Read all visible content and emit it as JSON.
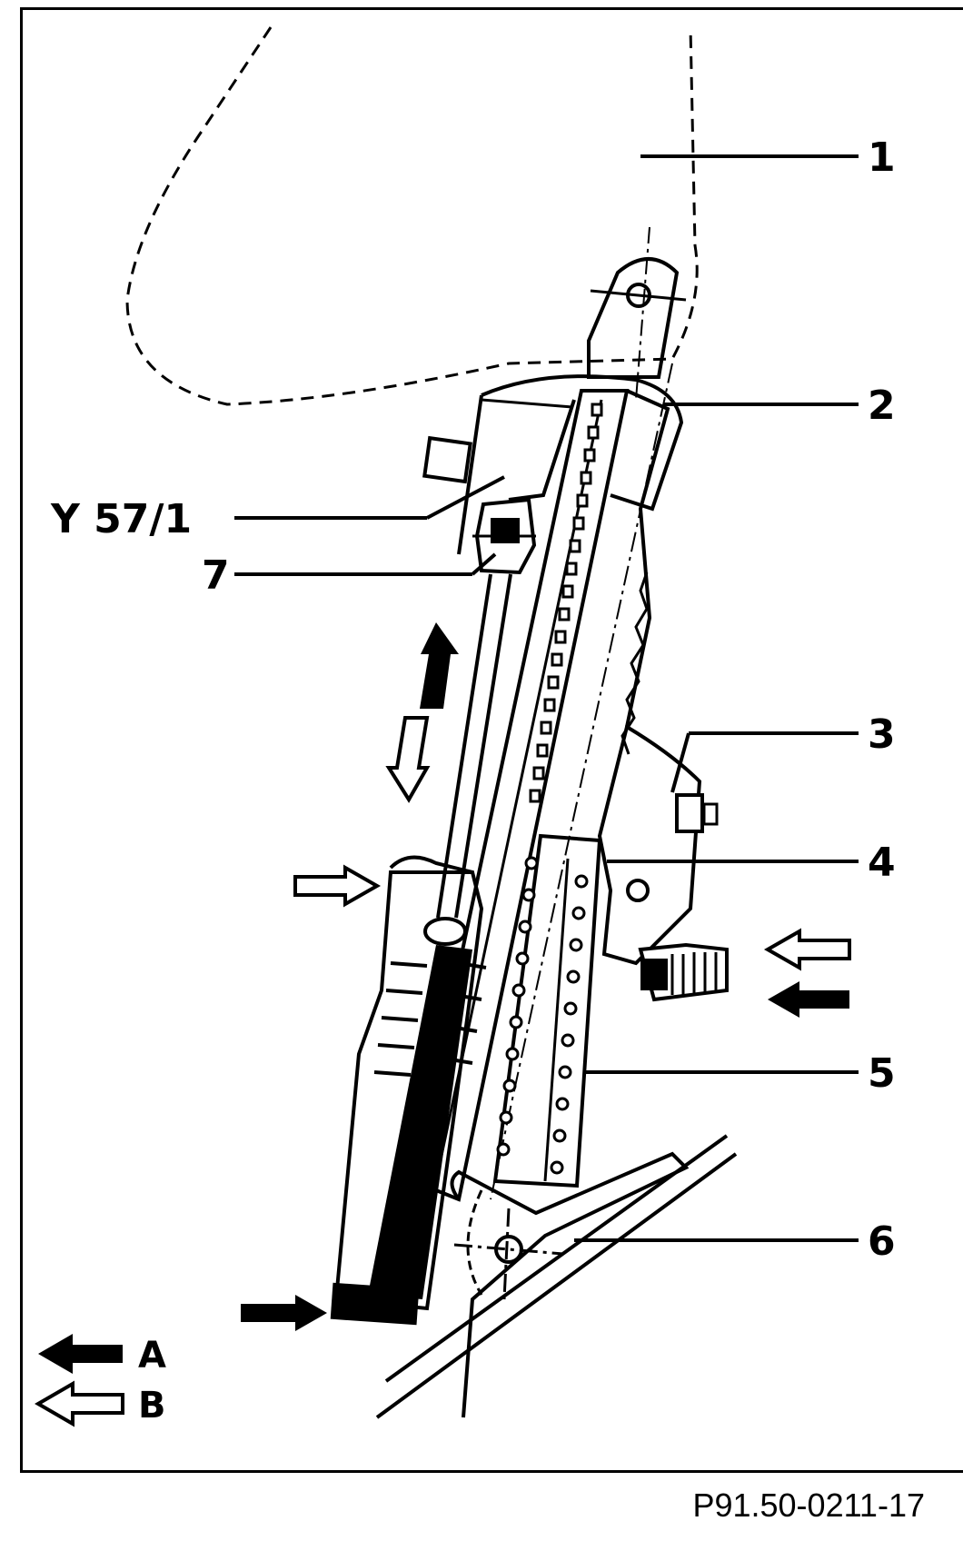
{
  "callouts": {
    "c1": "1",
    "c2": "2",
    "c3": "3",
    "c4": "4",
    "c5": "5",
    "c6": "6",
    "c7": "7",
    "y57": "Y 57/1"
  },
  "legend": {
    "a_label": "A",
    "b_label": "B"
  },
  "figure_id": "P91.50-0211-17"
}
